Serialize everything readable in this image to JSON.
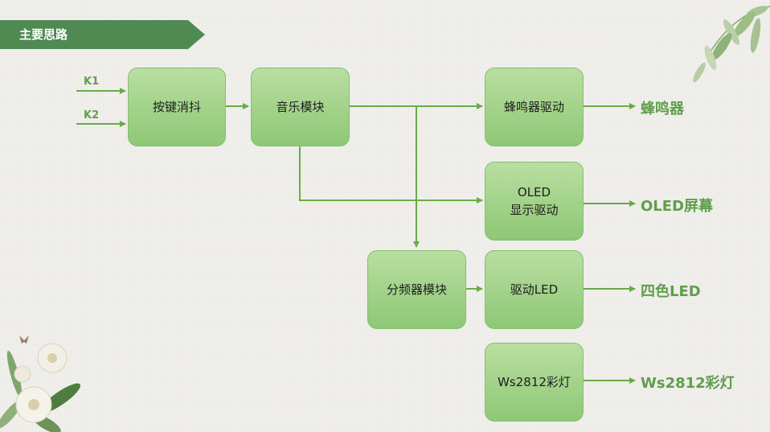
{
  "header": {
    "title": "主要思路"
  },
  "inputs": {
    "k1": "K1",
    "k2": "K2"
  },
  "blocks": {
    "debounce": "按键消抖",
    "music": "音乐模块",
    "buzzer_driver": "蜂鸣器驱动",
    "oled_driver_line1": "OLED",
    "oled_driver_line2": "显示驱动",
    "divider": "分频器模块",
    "led_driver": "驱动LED",
    "ws_driver": "Ws2812彩灯"
  },
  "outputs": {
    "buzzer": "蜂鸣器",
    "oled": "OLED屏幕",
    "led": "四色LED",
    "ws": "Ws2812彩灯"
  },
  "colors": {
    "banner": "#4f8a52",
    "box_top": "#b9dea1",
    "box_bottom": "#8ec875",
    "wire": "#6aab46",
    "output_text": "#5f9e4c"
  }
}
